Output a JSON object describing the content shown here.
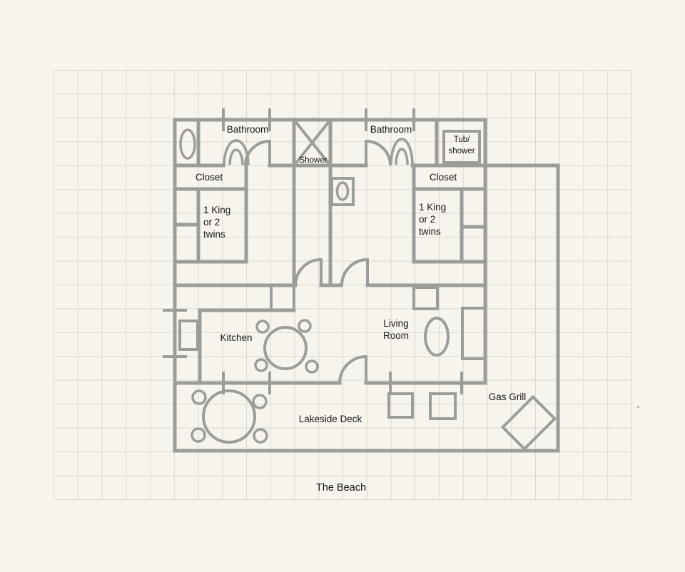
{
  "colors": {
    "background": "#f7f4ee",
    "grid_line": "#dbd8d2",
    "wall": "#9c9c99",
    "text": "#161616"
  },
  "plan": {
    "bathrooms": {
      "left_label": "Bathroom",
      "right_label": "Bathroom",
      "shower_label": "Shower",
      "tub_shower_line1": "Tub/",
      "tub_shower_line2": "shower"
    },
    "closets": {
      "left_label": "Closet",
      "right_label": "Closet"
    },
    "bedrooms": {
      "left_bed_lines": [
        "1 King",
        "or 2",
        "twins"
      ],
      "right_bed_lines": [
        "1 King",
        "or 2",
        "twins"
      ]
    },
    "kitchen_label": "Kitchen",
    "living_room_line1": "Living",
    "living_room_line2": "Room",
    "deck_label": "Lakeside Deck",
    "gas_grill_label": "Gas Grill",
    "beach_label": "The Beach"
  }
}
